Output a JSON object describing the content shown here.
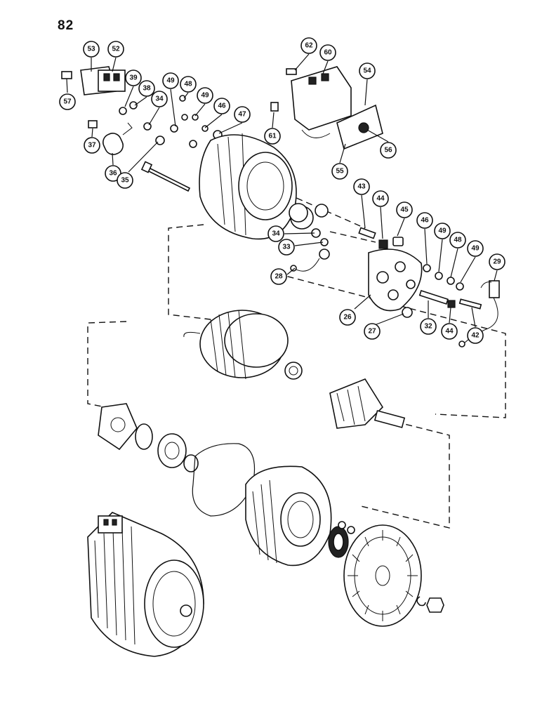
{
  "page_number": "82",
  "callouts": [
    "53",
    "52",
    "57",
    "39",
    "38",
    "34",
    "37",
    "36",
    "35",
    "49",
    "48",
    "49",
    "46",
    "47",
    "62",
    "60",
    "61",
    "54",
    "56",
    "55",
    "43",
    "44",
    "45",
    "46",
    "49",
    "48",
    "49",
    "29",
    "34",
    "33",
    "28",
    "26",
    "27",
    "32",
    "44",
    "42"
  ]
}
